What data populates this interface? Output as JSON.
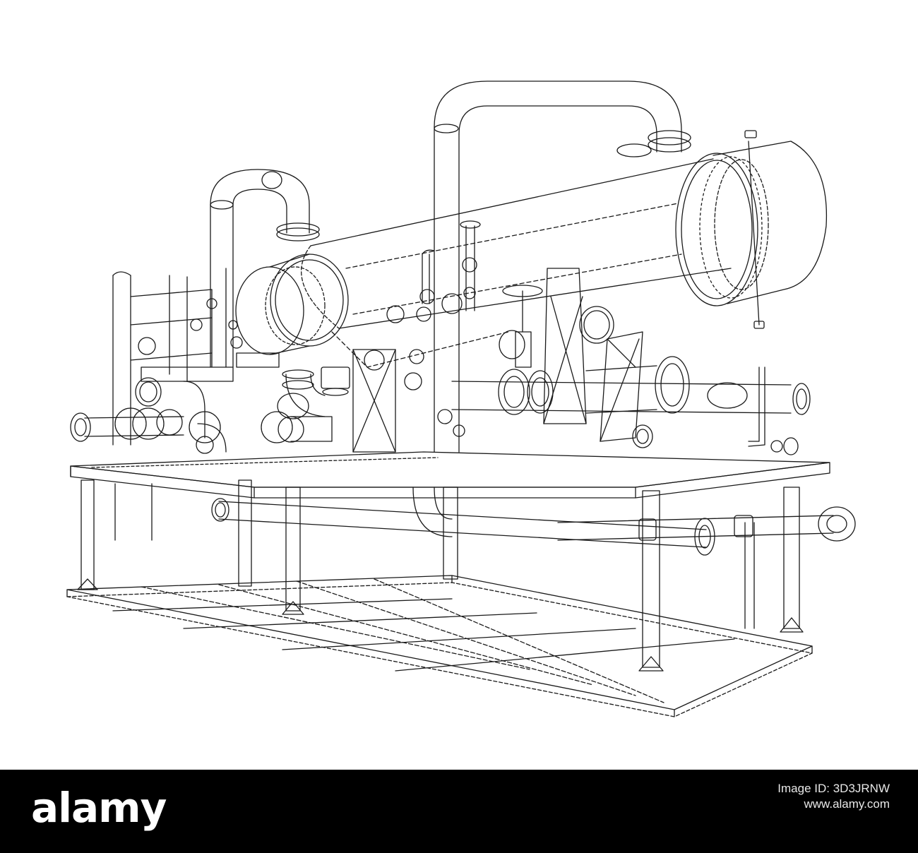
{
  "colors": {
    "stroke": "#1a1a1a",
    "paper": "#ffffff",
    "footer_bg": "#000000",
    "footer_text": "#ffffff"
  },
  "footer": {
    "brand": "alamy",
    "image_id_label": "Image ID: 3D3JRNW",
    "site": "www.alamy.com"
  }
}
